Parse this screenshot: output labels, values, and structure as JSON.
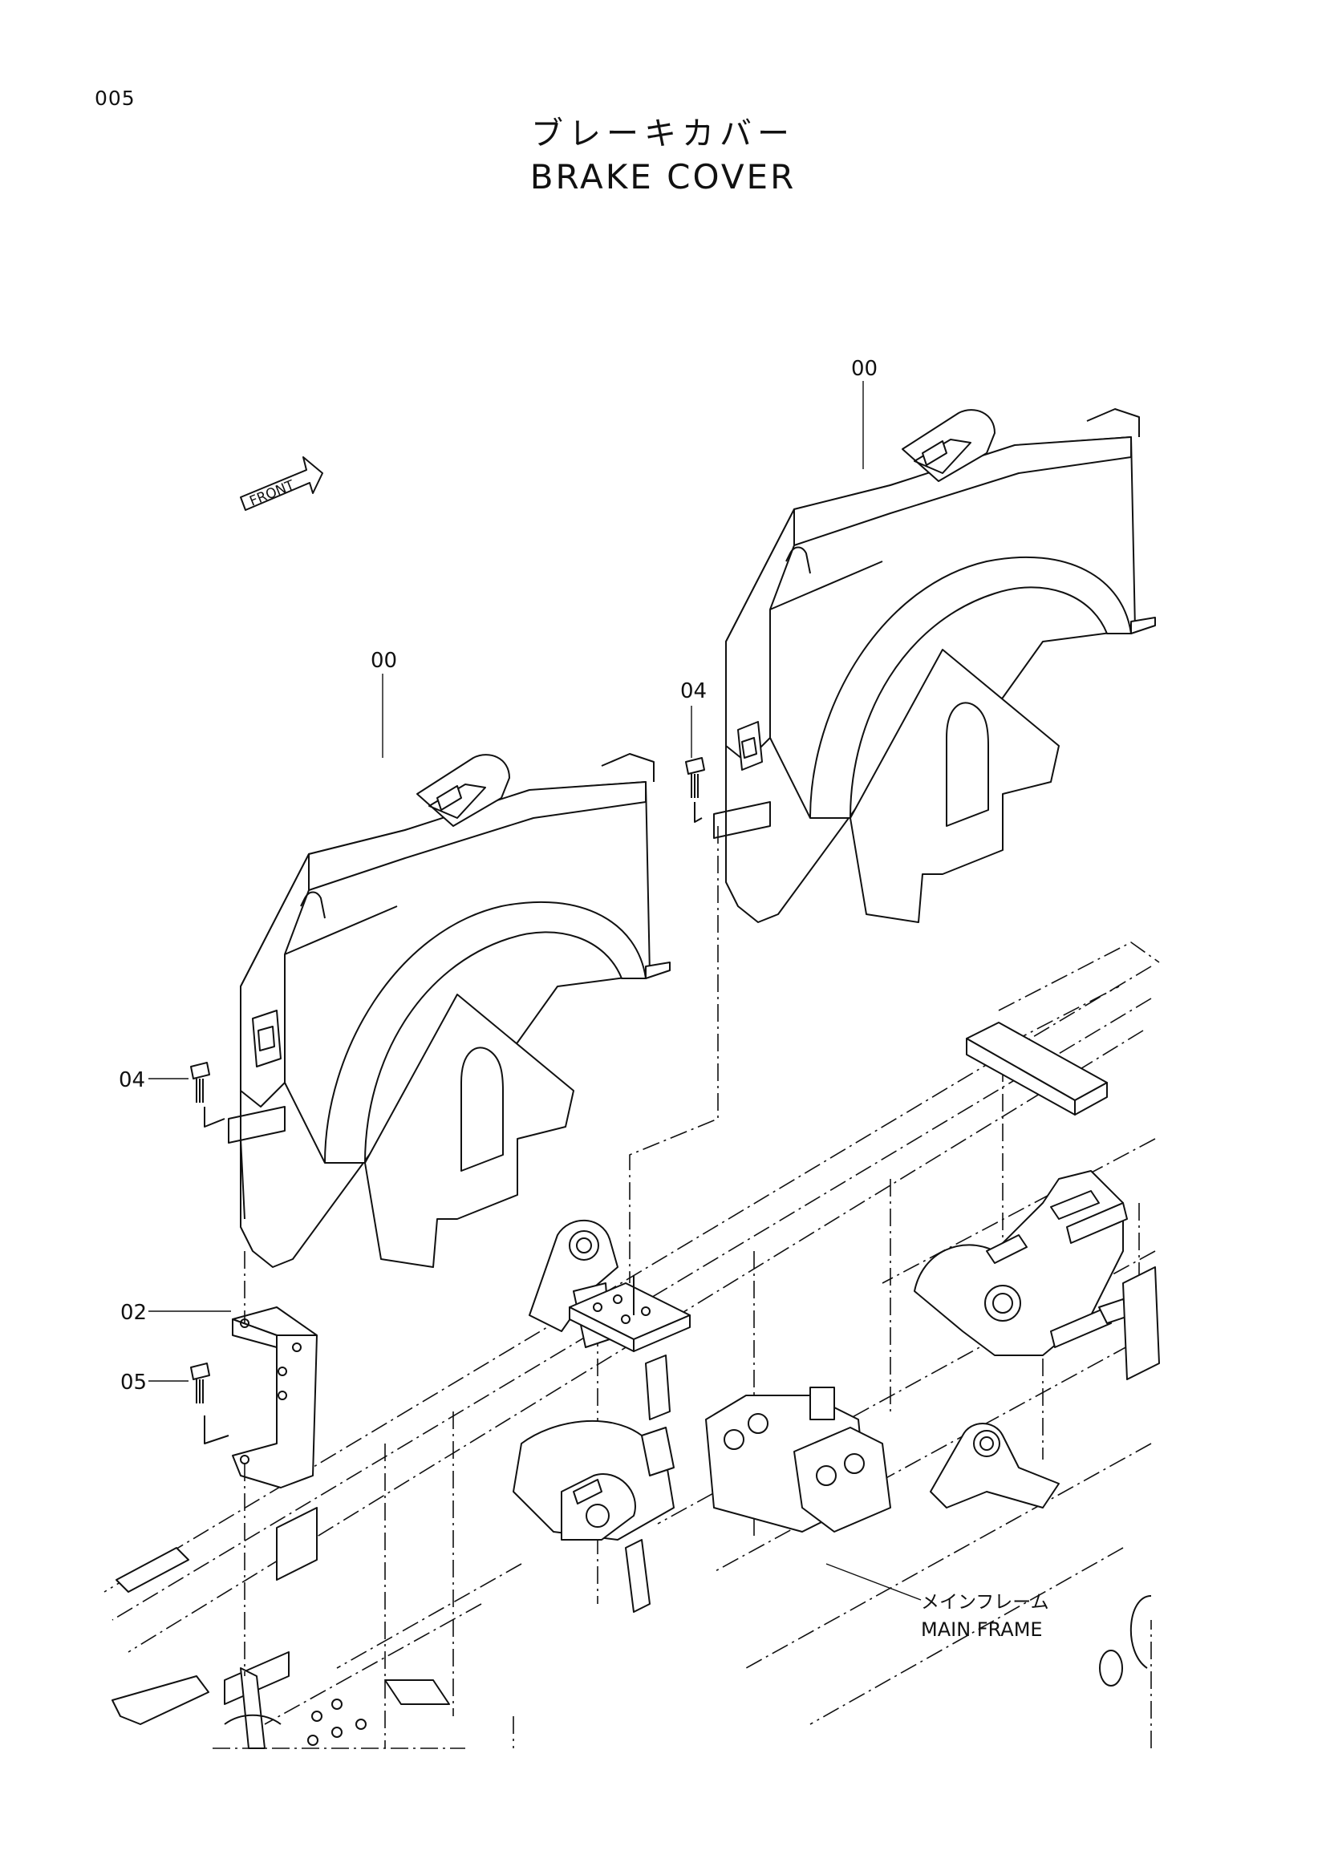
{
  "page": {
    "number": "005"
  },
  "title": {
    "japanese": "ブレーキカバー",
    "english": "BRAKE COVER"
  },
  "front_marker": {
    "label": "FRONT"
  },
  "callouts": {
    "cover_right": "00",
    "cover_left": "00",
    "bolt_right": "04",
    "bolt_left": "04",
    "bracket": "02",
    "bracket_bolt": "05"
  },
  "main_frame": {
    "label_jp": "メインフレーム",
    "label_en": "MAIN FRAME"
  },
  "colors": {
    "line": "#111111",
    "background": "#ffffff"
  }
}
